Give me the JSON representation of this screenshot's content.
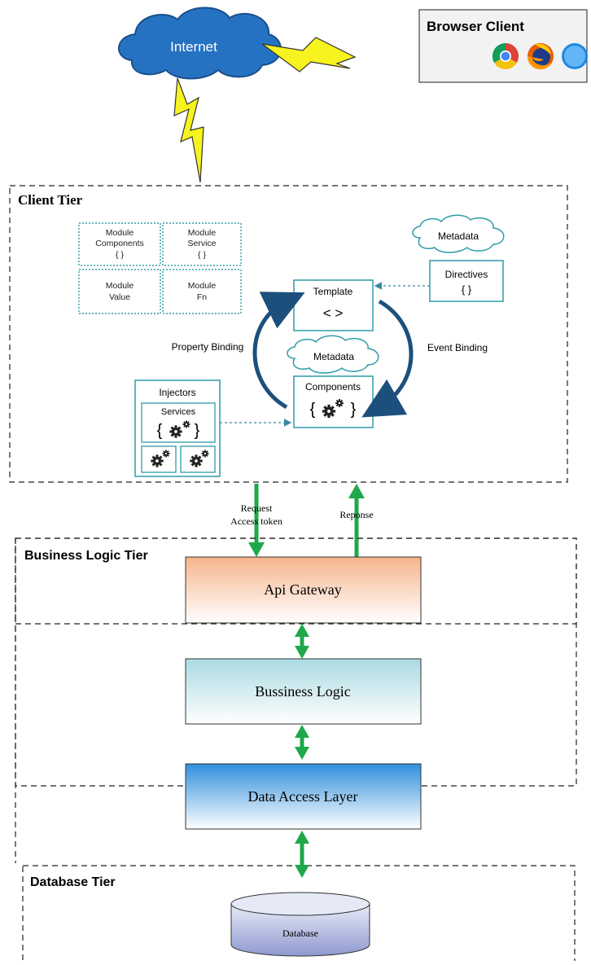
{
  "internet": {
    "label": "Internet"
  },
  "browser_client": {
    "title": "Browser Client",
    "browsers": [
      "chrome-icon",
      "firefox-icon",
      "safari-icon"
    ]
  },
  "client_tier": {
    "title": "Client Tier",
    "modules": [
      {
        "line1": "Module",
        "line2": "Components",
        "line3": "{ }"
      },
      {
        "line1": "Module",
        "line2": "Service",
        "line3": "{ }"
      },
      {
        "line1": "Module",
        "line2": "Value",
        "line3": ""
      },
      {
        "line1": "Module",
        "line2": "Fn",
        "line3": ""
      }
    ],
    "metadata_top": "Metadata",
    "metadata_mid": "Metadata",
    "directives": {
      "label": "Directives",
      "symbol": "{ }"
    },
    "template": {
      "label": "Template",
      "symbol": "< >"
    },
    "components": {
      "label": "Components",
      "symbol_left": "{",
      "symbol_right": "}"
    },
    "property_binding": "Property Binding",
    "event_binding": "Event Binding",
    "injectors": {
      "label": "Injectors",
      "services_label": "Services"
    }
  },
  "connections": {
    "request_line1": "Request",
    "request_line2": "Access token",
    "response": "Reponse"
  },
  "business_tier": {
    "title": "Business Logic Tier",
    "api_gateway": "Api Gateway",
    "business_logic": "Bussiness Logic",
    "data_access": "Data Access Layer"
  },
  "database_tier": {
    "title": "Database Tier",
    "database": "Database"
  },
  "colors": {
    "arrow_green": "#1fa84a",
    "binding_blue": "#1c4f7c",
    "cloud_blue": "#2672c2",
    "lightning": "#f7f31f"
  }
}
